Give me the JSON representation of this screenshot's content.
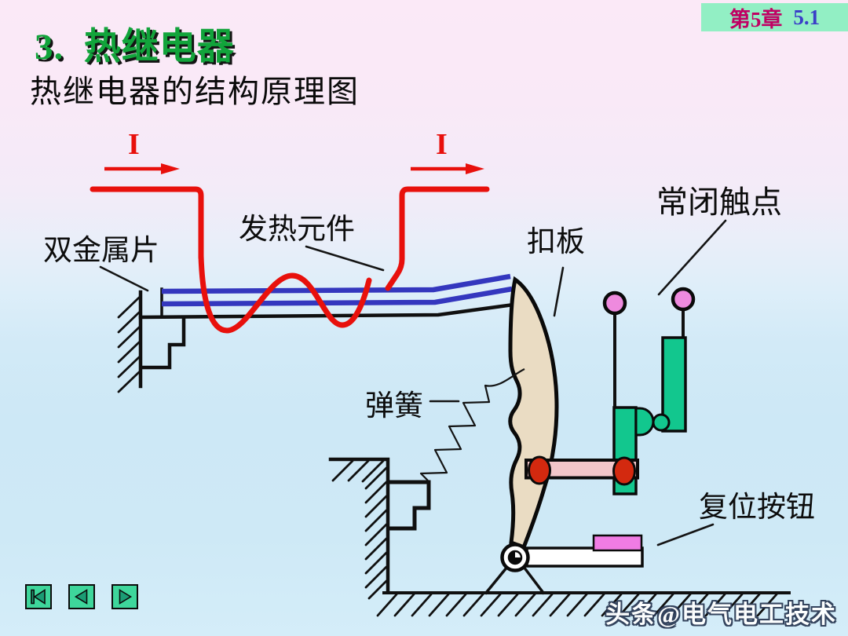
{
  "header": {
    "badge": {
      "chapter_label": "第5章",
      "section_label": "5.1",
      "bg_color": "#92EFC4",
      "chapter_color": "#C00063",
      "section_color": "#3A3FC8"
    },
    "title": "3.  热继电器",
    "title_color": "#12A43B",
    "subtitle": "热继电器的结构原理图"
  },
  "diagram": {
    "labels": {
      "current_left": "I",
      "current_right": "I",
      "bimetal_strip": "双金属片",
      "heating_element": "发热元件",
      "latch_plate": "扣板",
      "nc_contact": "常闭触点",
      "spring": "弹簧",
      "reset_button": "复位按钮"
    },
    "colors": {
      "wire_red": "#E8100C",
      "strip_blue": "#3437BE",
      "metal_green": "#12C78E",
      "contact_pink": "#EE8ADE",
      "bar_pink": "#F3C6C9",
      "rivet_red": "#D3290F",
      "plate_tan": "#EADCC3",
      "reset_pink": "#F07CE4",
      "line_black": "#101010"
    }
  },
  "nav": {
    "bg_color": "#3ED69B",
    "icon_color": "#1B9C74",
    "buttons": [
      {
        "id": "first",
        "icon": "skip-to-first-icon"
      },
      {
        "id": "previous",
        "icon": "previous-arrow-icon"
      },
      {
        "id": "next",
        "icon": "next-arrow-icon"
      }
    ]
  },
  "watermark": "头条@电气电工技术"
}
